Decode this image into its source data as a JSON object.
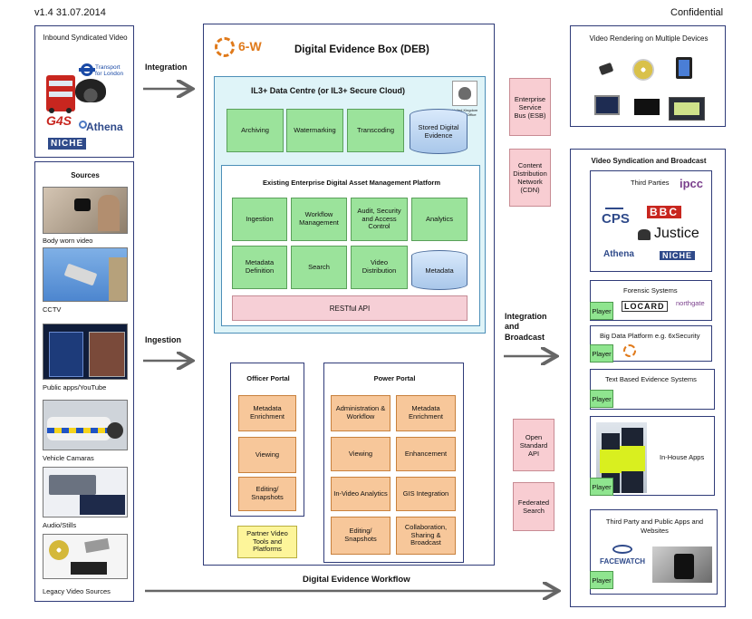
{
  "header": {
    "version": "v1.4 31.07.2014",
    "confidential": "Confidential"
  },
  "left": {
    "inbound_title": "Inbound Syndicated Video",
    "logos": {
      "tfl": "Transport for London",
      "g4s": "G4S",
      "athena": "Athena",
      "niche": "NICHE"
    },
    "sources_title": "Sources",
    "sources": [
      {
        "label": "Body worn video",
        "icon": "body-camera-icon"
      },
      {
        "label": "CCTV",
        "icon": "cctv-camera-icon"
      },
      {
        "label": "Public apps/YouTube",
        "icon": "phone-app-icon"
      },
      {
        "label": "Vehicle Camaras",
        "icon": "police-car-icon"
      },
      {
        "label": "Audio/Stills",
        "icon": "recorder-icon"
      },
      {
        "label": "Legacy Video Sources",
        "icon": "dvd-vhs-icon"
      }
    ]
  },
  "arrows": {
    "integration": "Integration",
    "ingestion": "Ingestion",
    "integration_broadcast": "Integration and Broadcast",
    "workflow": "Digital Evidence Workflow"
  },
  "deb": {
    "logo_text": "6-W",
    "title": "Digital Evidence Box (DEB)",
    "datacentre_title": "IL3+ Data Centre (or IL3+ Secure Cloud)",
    "crest": "United Kingdom Cabinet Office",
    "datacentre_items": [
      "Archiving",
      "Watermarking",
      "Transcoding"
    ],
    "datacentre_store": "Stored Digital Evidence",
    "dam_title": "Existing Enterprise Digital Asset Management Platform",
    "dam_items": [
      "Ingestion",
      "Workflow Management",
      "Audit, Security and Access Control",
      "Analytics",
      "Metadata Definition",
      "Search",
      "Video Distribution"
    ],
    "dam_store": "Metadata",
    "api": "RESTful API",
    "officer_portal": {
      "title": "Officer Portal",
      "items": [
        "Metadata Enrichment",
        "Viewing",
        "Editing/ Snapshots"
      ]
    },
    "partner_tools": "Partner Video Tools and Platforms",
    "power_portal": {
      "title": "Power Portal",
      "items": [
        "Administration & Workflow",
        "Metadata Enrichment",
        "Viewing",
        "Enhancement",
        "In-Video Analytics",
        "GIS Integration",
        "Editing/ Snapshots",
        "Collaboration, Sharing & Broadcast"
      ]
    }
  },
  "middle_boxes": {
    "esb": "Enterprise Service Bus (ESB)",
    "cdn": "Content Distribution Network (CDN)",
    "open_api": "Open Standard API",
    "federated": "Federated Search"
  },
  "right": {
    "rendering_title": "Video Rendering on Multiple Devices",
    "devices": [
      "phone-icon",
      "dvd-icon",
      "tablet-icon",
      "desktop-icon",
      "tv-icon",
      "car-screen-icon"
    ],
    "syndication_title": "Video Syndication and Broadcast",
    "third_parties": {
      "title": "Third Parties",
      "logos": [
        "CPS",
        "ipcc",
        "BBC",
        "Justice",
        "Athena",
        "NICHE"
      ]
    },
    "forensic": {
      "title": "Forensic Systems",
      "logos": [
        "LOCARD",
        "northgate"
      ],
      "player": "Player"
    },
    "bigdata": {
      "title": "Big Data Platform e.g. 6xSecurity",
      "player": "Player"
    },
    "textbased": {
      "title": "Text Based Evidence Systems",
      "player": "Player"
    },
    "inhouse": {
      "title": "In-House Apps",
      "player": "Player"
    },
    "thirdparty_apps": {
      "title": "Third Party and Public Apps and Websites",
      "logo": "FACEWATCH",
      "player": "Player"
    }
  },
  "colors": {
    "panel_border": "#2f3b78",
    "datacentre_bg": "#dff4f8",
    "green": "#9be39b",
    "orange": "#f7c79a",
    "pink": "#f8cdd2",
    "yellow": "#fdf59a",
    "api_pink": "#f6cfd6",
    "arrow": "#666666"
  }
}
